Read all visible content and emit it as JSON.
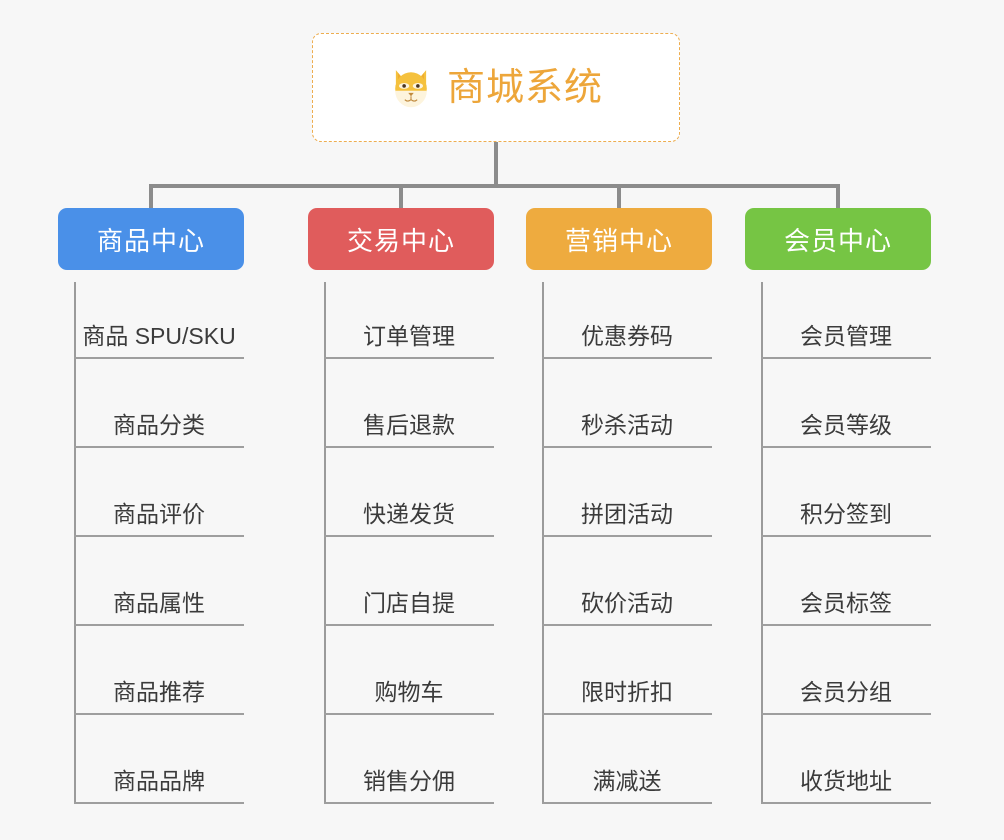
{
  "background_color": "#f7f7f7",
  "root": {
    "title": "商城系统",
    "icon": "shiba-dog-icon",
    "text_color": "#eda63a",
    "border_color": "#edad4f",
    "background_color": "#ffffff"
  },
  "connector_color": "#8c8c8c",
  "columns": [
    {
      "id": "product-center",
      "title": "商品中心",
      "color": "#4a90e8",
      "items": [
        "商品 SPU/SKU",
        "商品分类",
        "商品评价",
        "商品属性",
        "商品推荐",
        "商品品牌"
      ]
    },
    {
      "id": "trade-center",
      "title": "交易中心",
      "color": "#e05c5c",
      "items": [
        "订单管理",
        "售后退款",
        "快递发货",
        "门店自提",
        "购物车",
        "销售分佣"
      ]
    },
    {
      "id": "marketing-center",
      "title": "营销中心",
      "color": "#eeab3f",
      "items": [
        "优惠券码",
        "秒杀活动",
        "拼团活动",
        "砍价活动",
        "限时折扣",
        "满减送"
      ]
    },
    {
      "id": "member-center",
      "title": "会员中心",
      "color": "#76c544",
      "items": [
        "会员管理",
        "会员等级",
        "积分签到",
        "会员标签",
        "会员分组",
        "收货地址"
      ]
    }
  ]
}
